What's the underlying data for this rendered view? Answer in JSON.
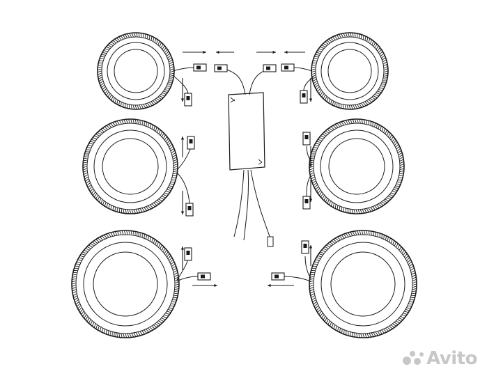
{
  "diagram": {
    "lamps": [
      {
        "id": "top-left"
      },
      {
        "id": "top-right"
      },
      {
        "id": "middle-left"
      },
      {
        "id": "middle-right"
      },
      {
        "id": "bottom-left"
      },
      {
        "id": "bottom-right"
      }
    ],
    "driver_box": {
      "id": "power-driver"
    },
    "colors": {
      "ink": "#1a1a1a",
      "background": "#ffffff",
      "watermark": "#9a9a9a"
    }
  },
  "watermark": {
    "text": "Avito",
    "icon": "avito-dots-icon"
  }
}
